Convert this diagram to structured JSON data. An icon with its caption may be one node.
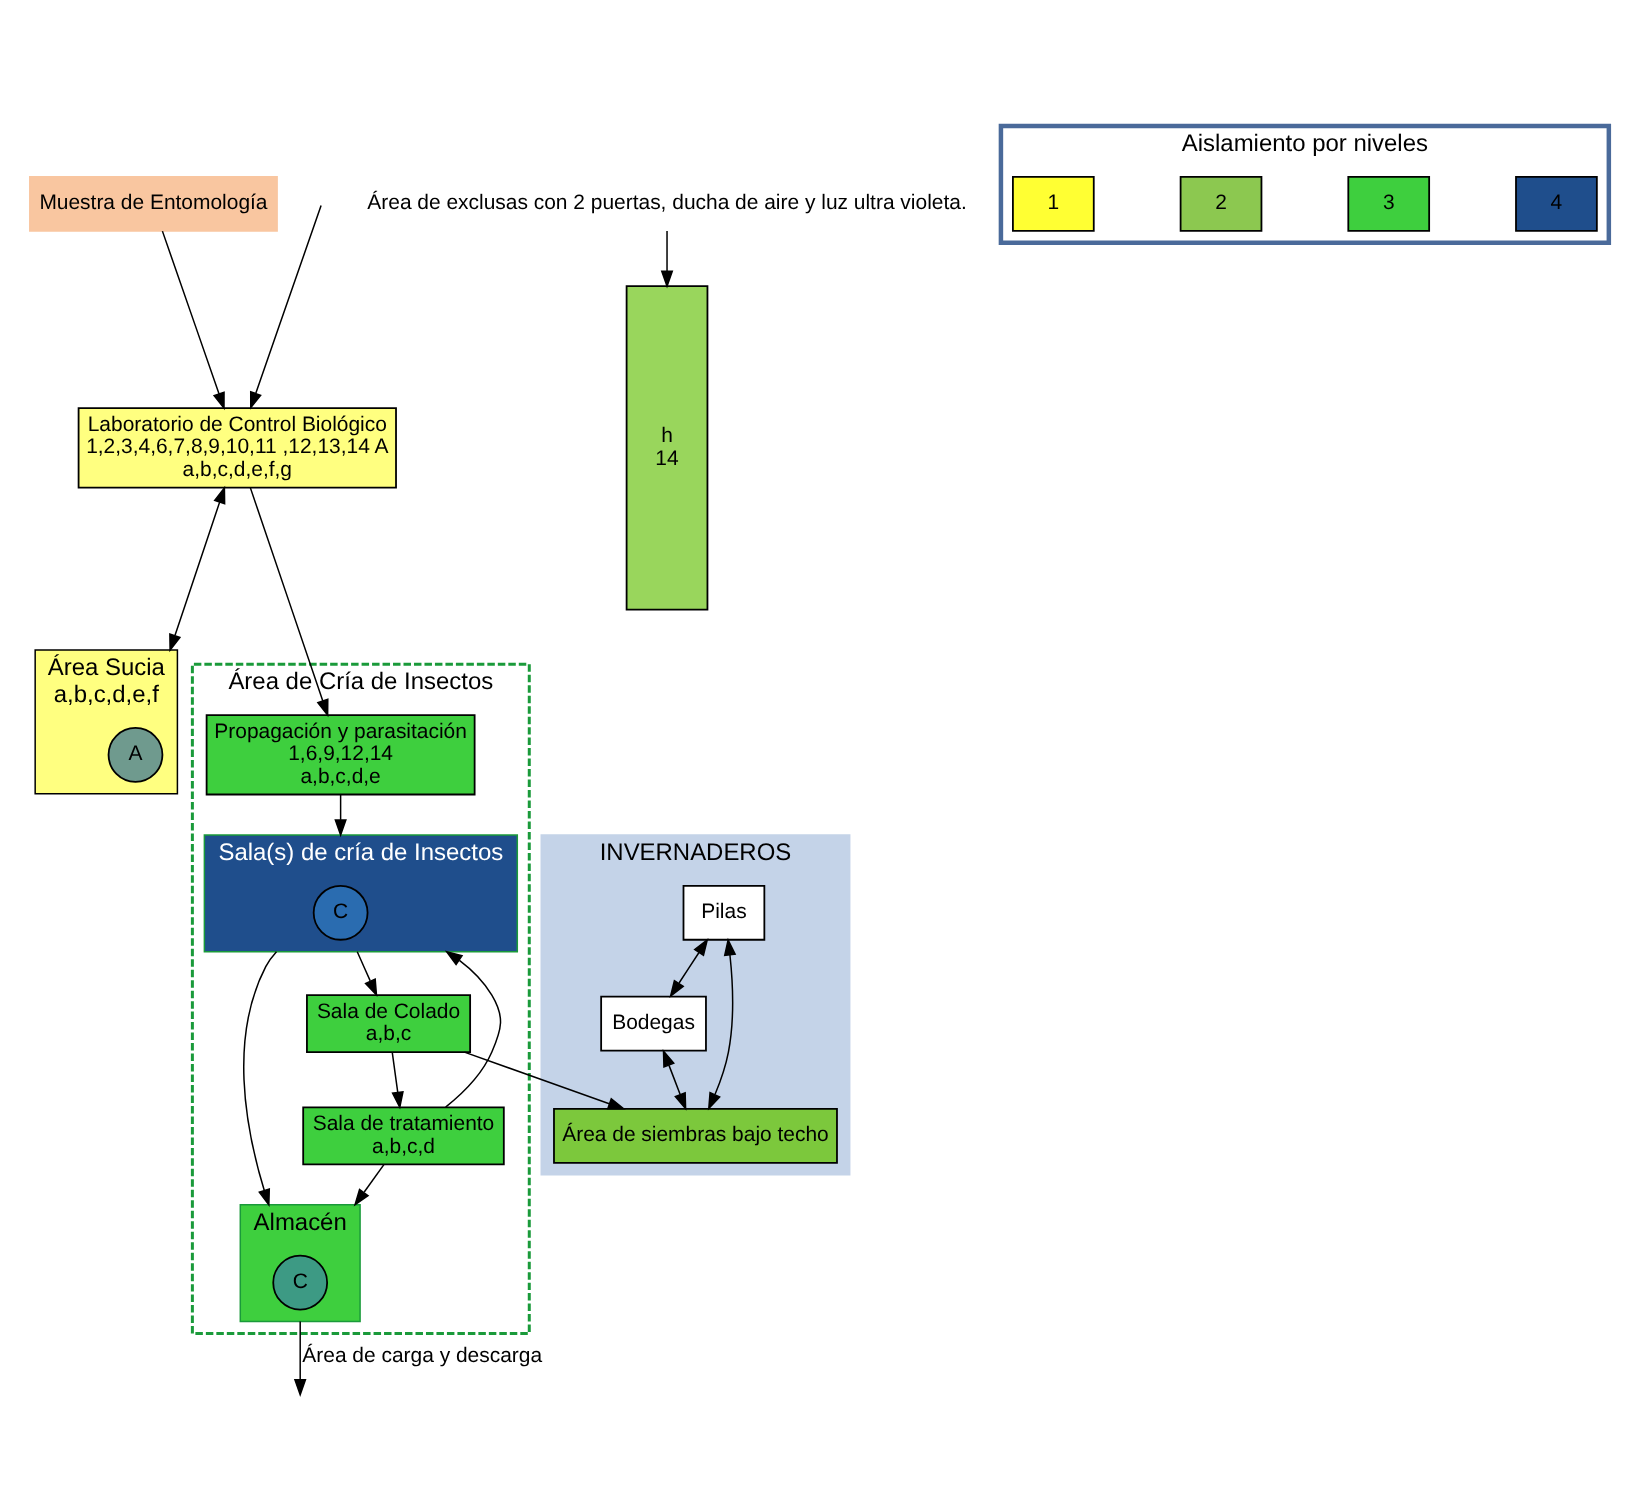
{
  "diagram": {
    "nodes": [
      {
        "text": [
          "Muestra de Entomología"
        ]
      },
      {
        "text": [
          "Laboratorio de Control Biológico",
          "1,2,3,4,6,7,8,9,10,11 ,12,13,14 A",
          "a,b,c,d,e,f,g"
        ]
      },
      {
        "text": [
          "Área Sucia",
          "a,b,c,d,e,f"
        ]
      },
      {
        "text": [
          "A"
        ],
        "in": 2
      },
      {
        "text": [
          "h",
          "14"
        ]
      },
      {
        "text": [
          "Área de Cría de Insectos"
        ]
      },
      {
        "text": [
          "Propagación y parasitación",
          "1,6,9,12,14",
          "a,b,c,d,e"
        ],
        "in": 5
      },
      {
        "text": [
          "Sala(s) de cría de Insectos"
        ],
        "in": 5
      },
      {
        "text": [
          "C"
        ],
        "in": 7
      },
      {
        "text": [
          "Almacén"
        ],
        "in": 5
      },
      {
        "text": [
          "C"
        ],
        "in": 9
      },
      {
        "text": [
          "Sala de tratamiento",
          "a,b,c,d"
        ],
        "in": 5
      },
      {
        "text": [
          "Sala de Colado",
          "a,b,c"
        ],
        "in": 5
      },
      {
        "text": [
          "Área de exclusas con 2 puertas, ducha de aire y luz ultra violeta."
        ]
      },
      {
        "text": [
          "INVERNADEROS"
        ]
      },
      {
        "text": [
          "Pilas"
        ],
        "in": 14
      },
      {
        "text": [
          "Bodegas"
        ],
        "in": 14
      },
      {
        "text": [
          "Área de siembras bajo techo"
        ],
        "in": 14
      },
      {
        "text": [
          "Aislamiento por niveles"
        ]
      },
      {
        "text": [
          "1"
        ],
        "in": 18
      },
      {
        "text": [
          "2"
        ],
        "in": 18
      },
      {
        "text": [
          "3"
        ],
        "in": 18
      },
      {
        "text": [
          "4"
        ],
        "in": 18
      }
    ],
    "edges": [
      {
        "from": 0,
        "to": 1,
        "arrow": "to"
      },
      {
        "from": null,
        "to": 1,
        "arrow": "to"
      },
      {
        "from": 1,
        "to": 2,
        "arrow": "both"
      },
      {
        "from": 1,
        "to": 6,
        "arrow": "to"
      },
      {
        "from": 6,
        "to": 7,
        "arrow": "to"
      },
      {
        "from": 7,
        "to": 9,
        "arrow": "to"
      },
      {
        "from": 7,
        "to": 12,
        "arrow": "to"
      },
      {
        "from": 12,
        "to": 11,
        "arrow": "to"
      },
      {
        "from": 11,
        "to": 7,
        "arrow": "to"
      },
      {
        "from": 11,
        "to": 9,
        "arrow": "to"
      },
      {
        "from": 9,
        "to": null,
        "label": "Área de carga y descarga",
        "arrow": "to"
      },
      {
        "from": 13,
        "to": 4,
        "arrow": "to"
      },
      {
        "from": 12,
        "to": 17,
        "arrow": "to"
      },
      {
        "from": 15,
        "to": 17,
        "arrow": "both"
      },
      {
        "from": 15,
        "to": 16,
        "arrow": "both"
      },
      {
        "from": 16,
        "to": 17,
        "arrow": "both"
      }
    ]
  }
}
